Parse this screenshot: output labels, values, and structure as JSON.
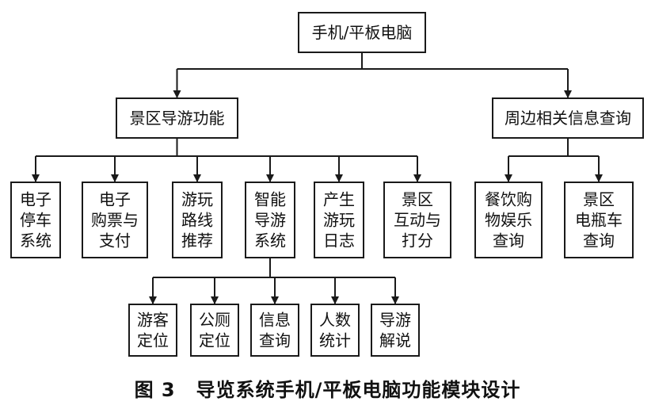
{
  "nodes": [
    {
      "id": "root",
      "lines": [
        "手机/平板电脑"
      ]
    },
    {
      "id": "guide",
      "lines": [
        "景区导游功能"
      ]
    },
    {
      "id": "nearby",
      "lines": [
        "周边相关信息查询"
      ]
    },
    {
      "id": "parking",
      "lines": [
        "电子",
        "停车",
        "系统"
      ]
    },
    {
      "id": "ticket",
      "lines": [
        "电子",
        "购票与",
        "支付"
      ]
    },
    {
      "id": "route",
      "lines": [
        "游玩",
        "路线",
        "推荐"
      ]
    },
    {
      "id": "smart",
      "lines": [
        "智能",
        "导游",
        "系统"
      ]
    },
    {
      "id": "log",
      "lines": [
        "产生",
        "游玩",
        "日志"
      ]
    },
    {
      "id": "interact",
      "lines": [
        "景区",
        "互动与",
        "打分"
      ]
    },
    {
      "id": "dining",
      "lines": [
        "餐饮购",
        "物娱乐",
        "查询"
      ]
    },
    {
      "id": "ebike",
      "lines": [
        "景区",
        "电瓶车",
        "查询"
      ]
    },
    {
      "id": "locate",
      "lines": [
        "游客",
        "定位"
      ]
    },
    {
      "id": "toilet",
      "lines": [
        "公厕",
        "定位"
      ]
    },
    {
      "id": "info",
      "lines": [
        "信息",
        "查询"
      ]
    },
    {
      "id": "count",
      "lines": [
        "人数",
        "统计"
      ]
    },
    {
      "id": "explain",
      "lines": [
        "导游",
        "解说"
      ]
    }
  ],
  "edges": [
    [
      "root",
      "guide"
    ],
    [
      "root",
      "nearby"
    ],
    [
      "guide",
      "parking"
    ],
    [
      "guide",
      "ticket"
    ],
    [
      "guide",
      "route"
    ],
    [
      "guide",
      "smart"
    ],
    [
      "guide",
      "log"
    ],
    [
      "guide",
      "interact"
    ],
    [
      "nearby",
      "dining"
    ],
    [
      "nearby",
      "ebike"
    ],
    [
      "smart",
      "locate"
    ],
    [
      "smart",
      "toilet"
    ],
    [
      "smart",
      "info"
    ],
    [
      "smart",
      "count"
    ],
    [
      "smart",
      "explain"
    ]
  ],
  "caption": {
    "figure": "图 3",
    "title": "导览系统手机/平板电脑功能模块设计"
  }
}
